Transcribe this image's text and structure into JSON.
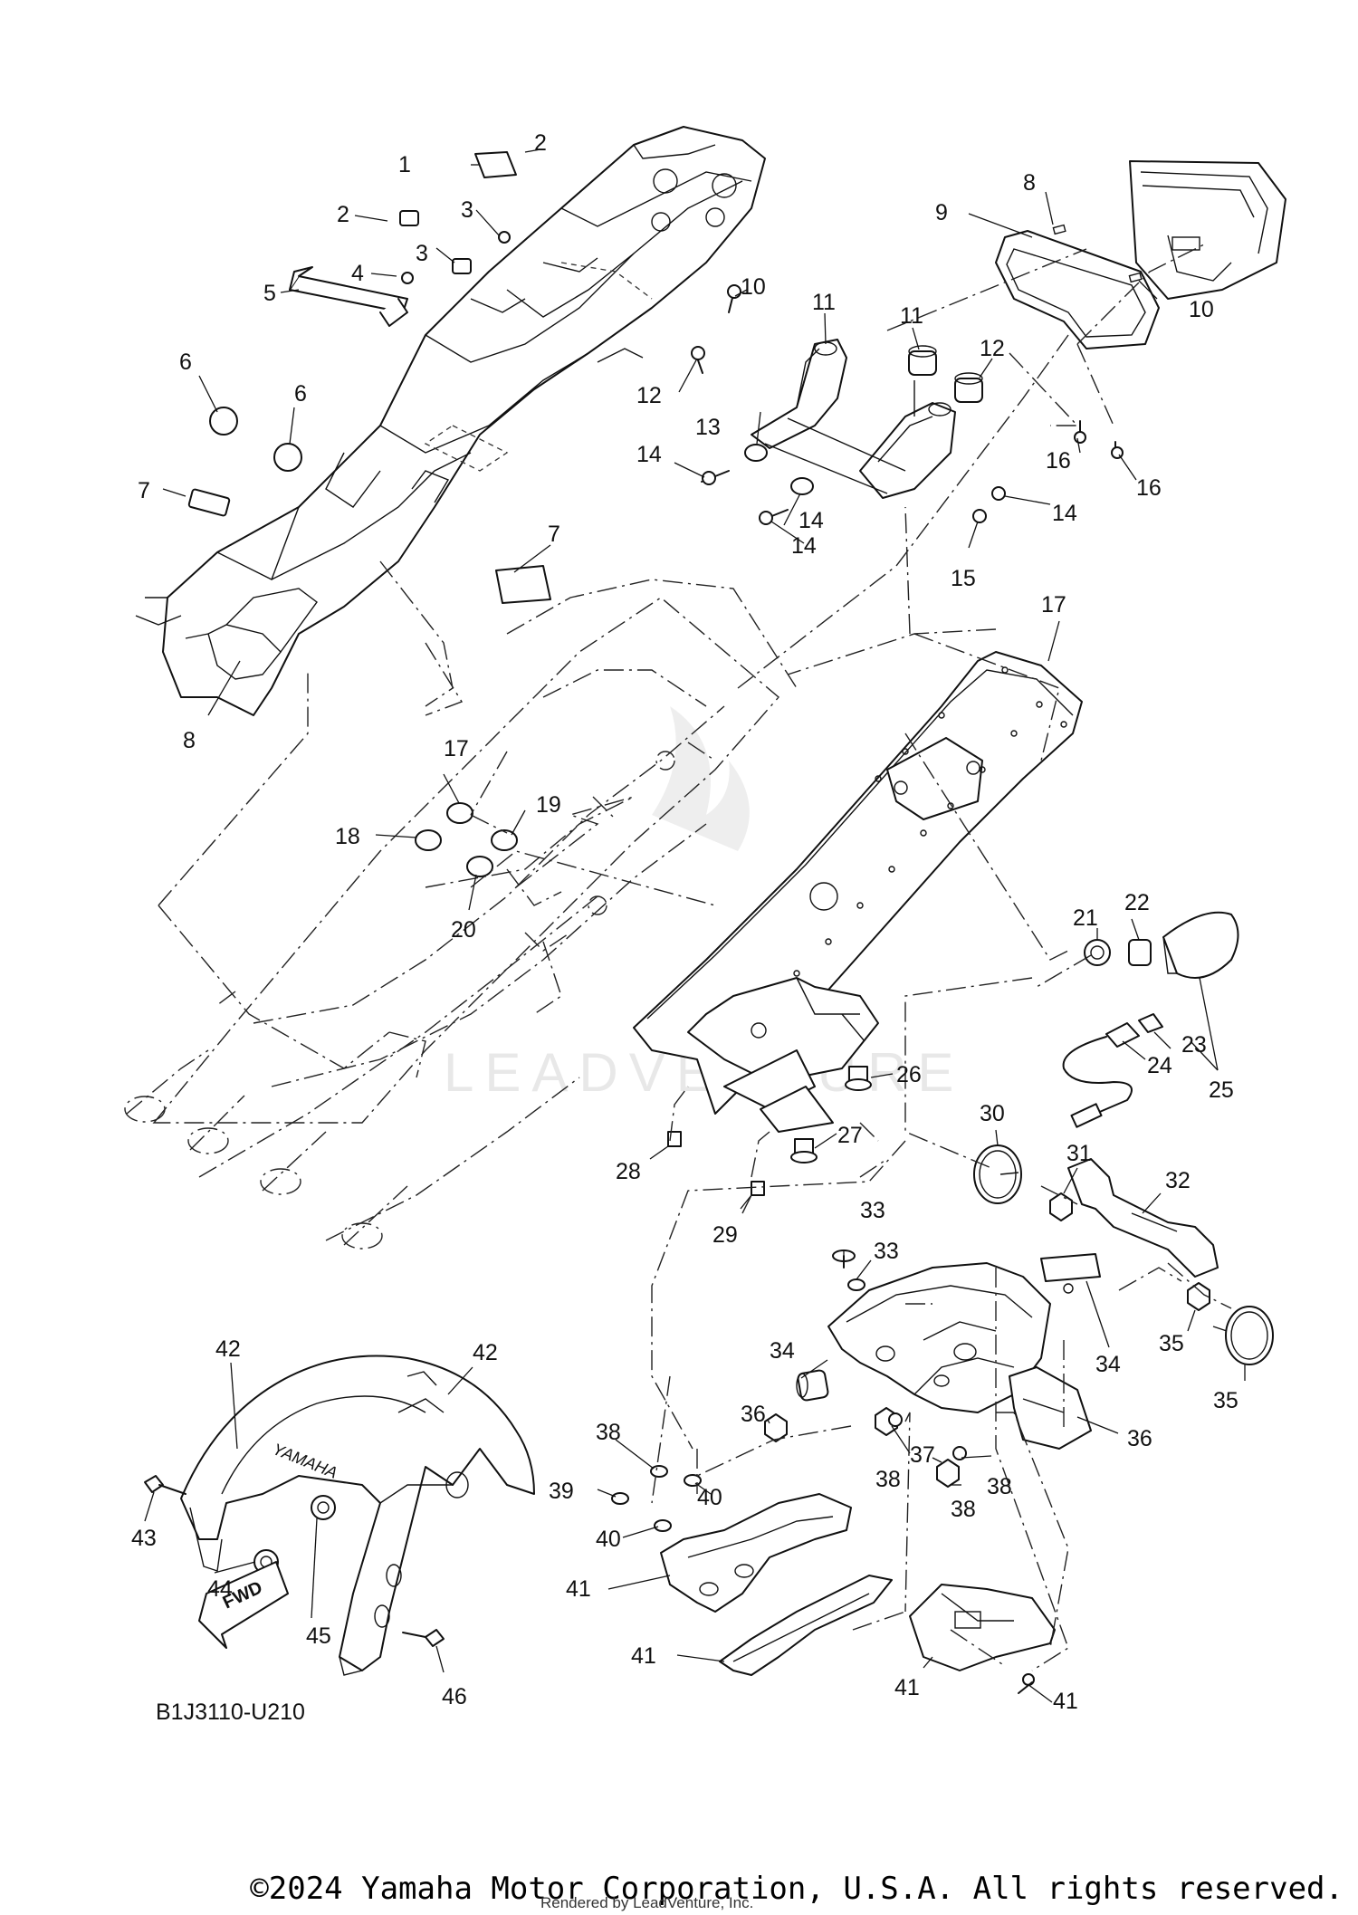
{
  "diagram": {
    "callouts": [
      "1",
      "2",
      "2",
      "3",
      "3",
      "4",
      "5",
      "6",
      "6",
      "7",
      "7",
      "8",
      "8",
      "9",
      "10",
      "10",
      "11",
      "11",
      "12",
      "12",
      "13",
      "14",
      "14",
      "14",
      "14",
      "15",
      "16",
      "16",
      "17",
      "17",
      "18",
      "19",
      "20",
      "21",
      "22",
      "23",
      "24",
      "25",
      "26",
      "27",
      "28",
      "29",
      "30",
      "31",
      "32",
      "33",
      "33",
      "34",
      "34",
      "35",
      "35",
      "36",
      "36",
      "37",
      "38",
      "38",
      "38",
      "38",
      "39",
      "40",
      "40",
      "41",
      "41",
      "41",
      "41",
      "42",
      "42",
      "43",
      "44",
      "45",
      "46"
    ],
    "fender_brand_text": "YAMAHA",
    "direction_label": "FWD",
    "watermark_text": "LEADVENTURE",
    "diagram_code": "B1J3110-U210"
  },
  "footer": {
    "copyright": "©2024 Yamaha Motor Corporation, U.S.A. All rights reserved.",
    "rendered_by": "Rendered by LeadVenture, Inc."
  }
}
